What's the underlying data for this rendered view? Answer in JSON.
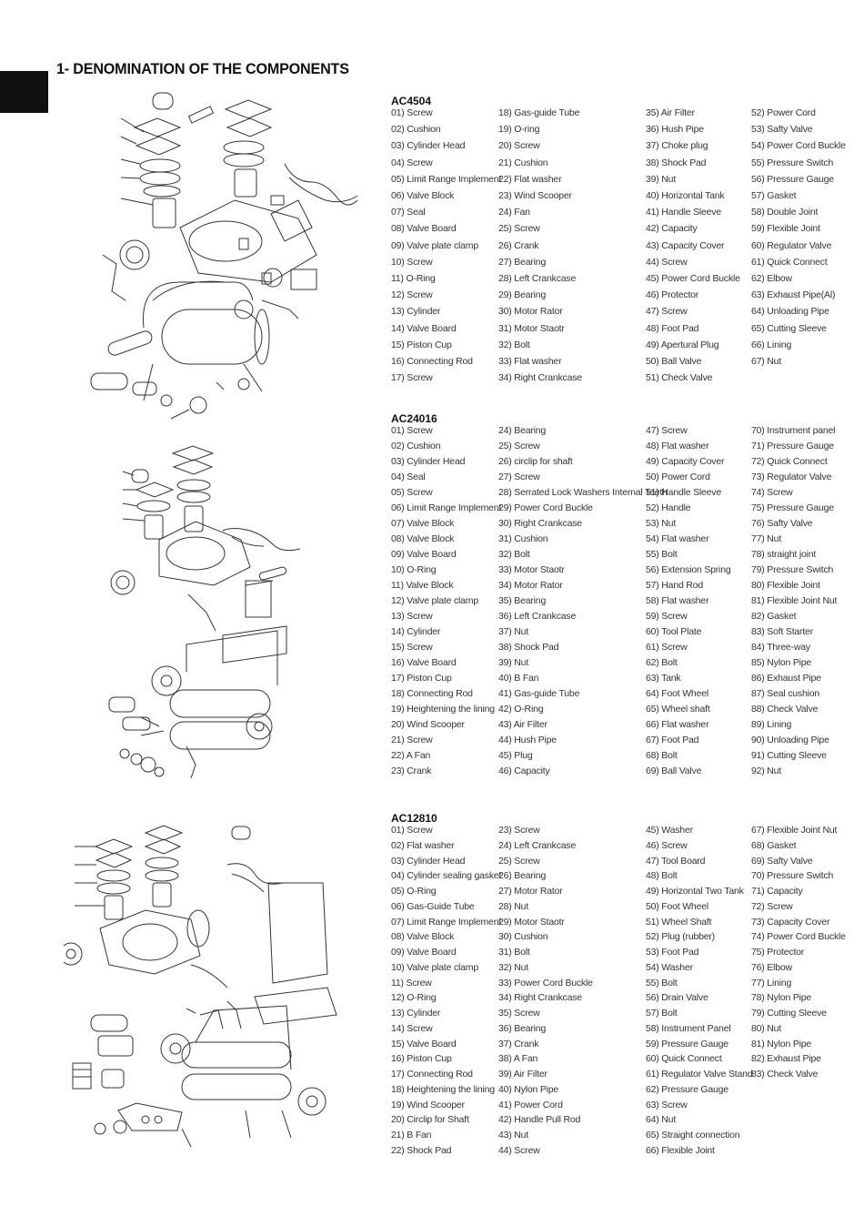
{
  "page": {
    "title": "1- DENOMINATION OF THE COMPONENTS"
  },
  "models": [
    {
      "name": "AC4504",
      "columns": [
        [
          "01) Screw",
          "02) Cushion",
          "03) Cylinder Head",
          "04) Screw",
          "05) Limit Range Implement",
          "06) Valve Block",
          "07) Seal",
          "08) Valve Board",
          "09) Valve plate clamp",
          "10) Screw",
          "11) O-Ring",
          "12) Screw",
          "13) Cylinder",
          "14) Valve Board",
          "15) Piston Cup",
          "16) Connecting Rod",
          "17) Screw"
        ],
        [
          "18) Gas-guide Tube",
          "19) O-ring",
          "20) Screw",
          "21) Cushion",
          "22) Flat washer",
          "23) Wind Scooper",
          "24) Fan",
          "25) Screw",
          "26) Crank",
          "27) Bearing",
          "28) Left Crankcase",
          "29) Bearing",
          "30) Motor Rator",
          "31) Motor Staotr",
          "32) Bolt",
          "33) Flat washer",
          "34) Right Crankcase"
        ],
        [
          "35) Air Filter",
          "36) Hush Pipe",
          "37) Choke plug",
          "38) Shock Pad",
          "39) Nut",
          "40) Horizontal Tank",
          "41) Handle Sleeve",
          "42) Capacity",
          "43) Capacity Cover",
          "44) Screw",
          "45) Power Cord Buckle",
          "46) Protector",
          "47) Screw",
          "48) Foot Pad",
          "49) Apertural Plug",
          "50) Ball Valve",
          "51) Check Valve"
        ],
        [
          "52) Power Cord",
          "53) Safty Valve",
          "54) Power Cord Buckle",
          "55) Pressure Switch",
          "56) Pressure Gauge",
          "57) Gasket",
          "58) Double Joint",
          "59) Flexible Joint",
          "60) Regulator Valve",
          "61) Quick Connect",
          "62) Elbow",
          "63) Exhaust Pipe(Al)",
          "64) Unloading Pipe",
          "65) Cutting Sleeve",
          "66) Lining",
          "67) Nut"
        ]
      ]
    },
    {
      "name": "AC24016",
      "columns": [
        [
          "01) Screw",
          "02) Cushion",
          "03) Cylinder Head",
          "04) Seal",
          "05) Screw",
          "06) Limit Range Implement",
          "07) Valve Block",
          "08) Valve Block",
          "09) Valve Board",
          "10) O-Ring",
          "11) Valve Block",
          "12) Valve plate clamp",
          "13) Screw",
          "14) Cylinder",
          "15) Screw",
          "16) Valve Board",
          "17) Piston Cup",
          "18) Connecting Rod",
          "19) Heightening the lining",
          "20) Wind Scooper",
          "21) Screw",
          "22) A Fan",
          "23) Crank"
        ],
        [
          "24) Bearing",
          "25) Screw",
          "26) circlip for shaft",
          "27) Screw",
          "28) Serrated Lock Washers Internal Teeth",
          "29) Power Cord Buckle",
          "30) Right Crankcase",
          "31) Cushion",
          "32) Bolt",
          "33) Motor Staotr",
          "34) Motor Rator",
          "35) Bearing",
          "36) Left Crankcase",
          "37) Nut",
          "38) Shock Pad",
          "39) Nut",
          "40) B Fan",
          "41) Gas-guide Tube",
          "42) O-Ring",
          "43) Air Filter",
          "44) Hush Pipe",
          "45) Plug",
          "46) Capacity"
        ],
        [
          "47) Screw",
          "48) Flat washer",
          "49) Capacity Cover",
          "50) Power Cord",
          "51) Handle Sleeve",
          "52) Handle",
          "53) Nut",
          "54) Flat washer",
          "55) Bolt",
          "56) Extension Spring",
          "57) Hand Rod",
          "58) Flat washer",
          "59) Screw",
          "60) Tool Plate",
          "61) Screw",
          "62) Bolt",
          "63) Tank",
          "64) Foot Wheel",
          "65) Wheel shaft",
          "66) Flat washer",
          "67) Foot Pad",
          "68) Bolt",
          "69) Ball Valve"
        ],
        [
          "70) Instrument panel",
          "71) Pressure Gauge",
          "72) Quick Connect",
          "73) Regulator Valve",
          "74) Screw",
          "75) Pressure Gauge",
          "76) Safty Valve",
          "77) Nut",
          "78) straight joint",
          "79) Pressure Switch",
          "80) Flexible Joint",
          "81) Flexible Joint Nut",
          "82) Gasket",
          "83) Soft Starter",
          "84) Three-way",
          "85) Nylon Pipe",
          "86) Exhaust Pipe",
          "87) Seal cushion",
          "88) Check Valve",
          "89) Lining",
          "90) Unloading Pipe",
          "91) Cutting Sleeve",
          "92) Nut"
        ]
      ]
    },
    {
      "name": "AC12810",
      "columns": [
        [
          "01) Screw",
          "02) Flat washer",
          "03) Cylinder Head",
          "04) Cylinder sealing gasket",
          "05) O-Ring",
          "06) Gas-Guide Tube",
          "07) Limit Range Implement",
          "08) Valve Block",
          "09) Valve Board",
          "10) Valve plate clamp",
          "11) Screw",
          "12) O-Ring",
          "13) Cylinder",
          "14) Screw",
          "15) Valve Board",
          "16) Piston Cup",
          "17) Connecting Rod",
          "18) Heightening the lining",
          "19) Wind Scooper",
          "20) Circlip for Shaft",
          "21) B Fan",
          "22) Shock Pad"
        ],
        [
          "23) Screw",
          "24) Left Crankcase",
          "25) Screw",
          "26) Bearing",
          "27) Motor Rator",
          "28) Nut",
          "29) Motor Staotr",
          "30) Cushion",
          "31) Bolt",
          "32) Nut",
          "33) Power Cord Buckle",
          "34) Right Crankcase",
          "35) Screw",
          "36) Bearing",
          "37) Crank",
          "38) A Fan",
          "39) Air Filter",
          "40) Nylon Pipe",
          "41) Power Cord",
          "42) Handle Pull Rod",
          "43) Nut",
          "44) Screw"
        ],
        [
          "45) Washer",
          "46) Screw",
          "47) Tool Board",
          "48) Bolt",
          "49) Horizontal Two Tank",
          "50) Foot Wheel",
          "51) Wheel Shaft",
          "52) Plug (rubber)",
          "53) Foot Pad",
          "54) Washer",
          "55) Bolt",
          "56) Drain Valve",
          "57) Bolt",
          "58) Instrument Panel",
          "59) Pressure Gauge",
          "60) Quick Connect",
          "61) Regulator Valve Stand",
          "62) Pressure Gauge",
          "63) Screw",
          "64) Nut",
          "65) Straight connection",
          "66) Flexible Joint"
        ],
        [
          "67) Flexible Joint Nut",
          "68) Gasket",
          "69) Safty Valve",
          "70) Pressure Switch",
          "71) Capacity",
          "72) Screw",
          "73) Capacity Cover",
          "74) Power Cord Buckle",
          "75) Protector",
          "76) Elbow",
          "77) Lining",
          "78) Nylon Pipe",
          "79) Cutting Sleeve",
          "80) Nut",
          "81) Nylon Pipe",
          "82) Exhaust Pipe",
          "83) Check Valve"
        ]
      ]
    }
  ]
}
